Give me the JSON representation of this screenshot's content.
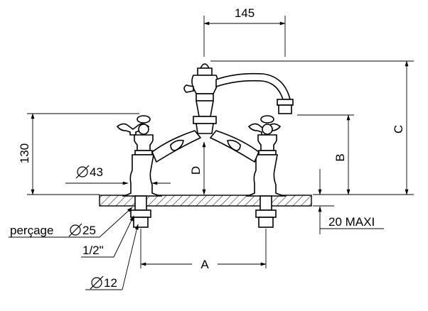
{
  "dimensions": {
    "width_top": "145",
    "height_left": "130",
    "height_b": "B",
    "height_c": "C",
    "height_d": "D",
    "spacing_a": "A",
    "diameter_base": "43",
    "deck_thickness": "20 MAXI"
  },
  "callouts": {
    "drilling": "perçage",
    "drilling_diameter": "25",
    "thread": "1/2\"",
    "pipe_diameter": "12"
  },
  "symbols": {
    "diameter": "diameter-symbol"
  }
}
